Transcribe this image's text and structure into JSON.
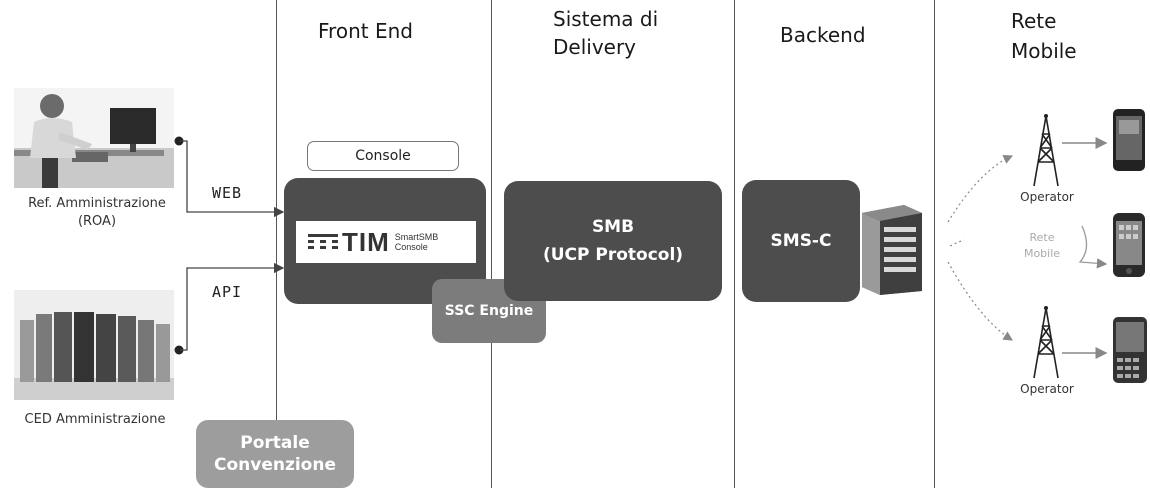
{
  "columns": {
    "front_end": "Front End",
    "delivery_line1": "Sistema di",
    "delivery_line2": "Delivery",
    "backend": "Backend",
    "rete_line1": "Rete",
    "rete_line2": "Mobile"
  },
  "left": {
    "roa_line1": "Ref. Amministrazione",
    "roa_line2": "(ROA)",
    "ced_label": "CED Amministrazione",
    "web_label": "WEB",
    "api_label": "API"
  },
  "front_end": {
    "console_label": "Console",
    "logo_text": "TIM",
    "logo_sub1": "SmartSMB",
    "logo_sub2": "Console",
    "ssc_engine": "SSC Engine",
    "portale_line1": "Portale",
    "portale_line2": "Convenzione"
  },
  "delivery": {
    "smb_line1": "SMB",
    "smb_line2": "(UCP Protocol)"
  },
  "backend": {
    "smsc": "SMS-C"
  },
  "network": {
    "operator_top": "Operator",
    "operator_bottom": "Operator",
    "rete_line1": "Rete",
    "rete_line2": "Mobile"
  },
  "colors": {
    "box_dark": "#4d4d4d",
    "box_mid": "#7c7c7c",
    "box_light": "#9d9d9d",
    "line": "#555555"
  }
}
